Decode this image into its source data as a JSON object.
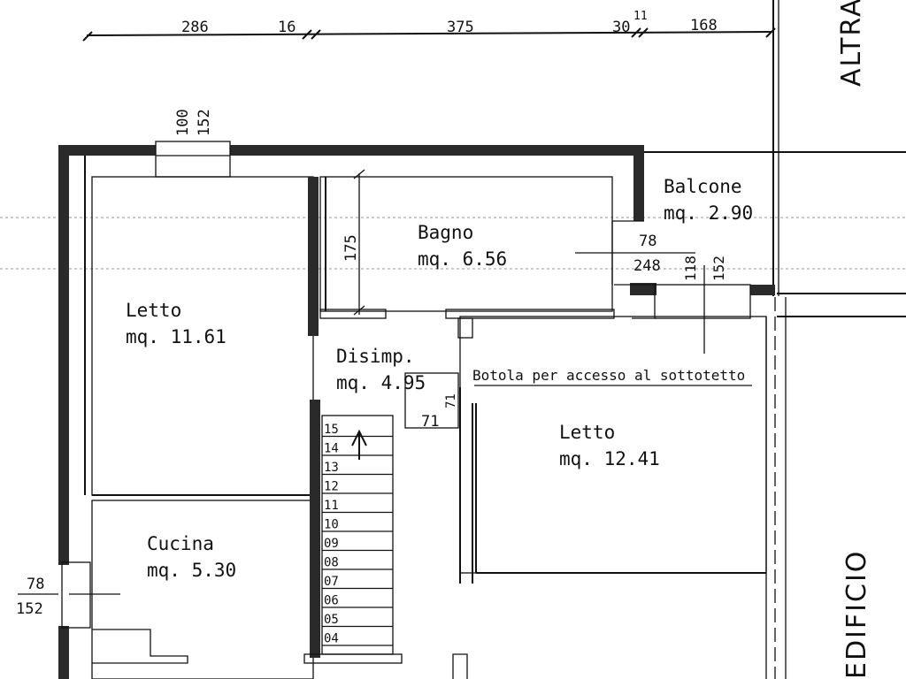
{
  "top_dimensions": [
    "286",
    "16",
    "375",
    "30",
    "11",
    "168"
  ],
  "window_top": {
    "a": "100",
    "b": "152"
  },
  "rooms": {
    "letto_left": {
      "name": "Letto",
      "area": "mq. 11.61"
    },
    "bagno": {
      "name": "Bagno",
      "area": "mq. 6.56"
    },
    "balcone": {
      "name": "Balcone",
      "area": "mq. 2.90"
    },
    "disimp": {
      "name": "Disimp.",
      "area": "mq. 4.95"
    },
    "letto_right": {
      "name": "Letto",
      "area": "mq. 12.41"
    },
    "cucina": {
      "name": "Cucina",
      "area": "mq. 5.30"
    }
  },
  "bagno_height": "175",
  "door_balcone": {
    "a": "78",
    "b": "248"
  },
  "window_right": {
    "a": "118",
    "b": "152"
  },
  "window_left": {
    "a": "78",
    "b": "152"
  },
  "hatch_note": "Botola per accesso al sottotetto",
  "hatch_dim_a": "71",
  "hatch_dim_b": "71",
  "stair_steps": [
    "15",
    "14",
    "13",
    "12",
    "11",
    "10",
    "09",
    "08",
    "07",
    "06",
    "05",
    "04"
  ],
  "side_label_top": "ALTRA",
  "side_label_right": "EDIFICIO"
}
